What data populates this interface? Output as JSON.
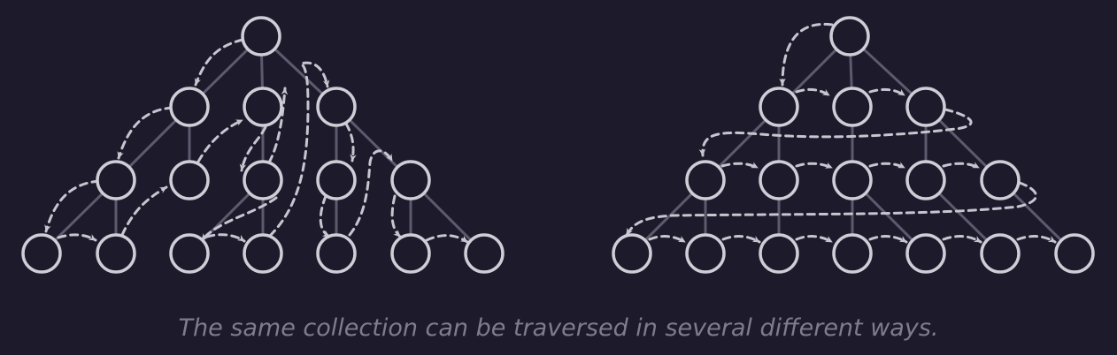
{
  "caption": "The same collection can be traversed in several different ways.",
  "colors": {
    "background": "#1c1a2b",
    "node_stroke": "#cfcdd6",
    "node_fill": "#1c1a2b",
    "edge": "#5c5a6c",
    "arrow": "#c7c5cf",
    "caption": "#7f7c8e"
  },
  "diagrams": [
    {
      "name": "depth-first-traversal",
      "nodes": [
        {
          "id": "r"
        },
        {
          "id": "a"
        },
        {
          "id": "b"
        },
        {
          "id": "c"
        },
        {
          "id": "a1"
        },
        {
          "id": "a2"
        },
        {
          "id": "b1"
        },
        {
          "id": "c1"
        },
        {
          "id": "c2"
        },
        {
          "id": "l1"
        },
        {
          "id": "l2"
        },
        {
          "id": "l3"
        },
        {
          "id": "l4"
        },
        {
          "id": "l5"
        },
        {
          "id": "l6"
        },
        {
          "id": "l7"
        }
      ],
      "edges": [
        [
          "r",
          "a"
        ],
        [
          "r",
          "b"
        ],
        [
          "r",
          "c"
        ],
        [
          "a",
          "a1"
        ],
        [
          "a",
          "a2"
        ],
        [
          "b",
          "b1"
        ],
        [
          "c",
          "c1"
        ],
        [
          "c",
          "c2"
        ],
        [
          "a1",
          "l1"
        ],
        [
          "a1",
          "l2"
        ],
        [
          "b1",
          "l3"
        ],
        [
          "b1",
          "l4"
        ],
        [
          "c1",
          "l5"
        ],
        [
          "c2",
          "l6"
        ],
        [
          "c2",
          "l7"
        ]
      ],
      "traversal": [
        "r",
        "a",
        "a1",
        "l1",
        "l2",
        "a2",
        "b",
        "b1",
        "l3",
        "l4",
        "c",
        "c1",
        "l5",
        "c2",
        "l6",
        "l7"
      ]
    },
    {
      "name": "breadth-first-traversal",
      "nodes": [
        {
          "id": "r"
        },
        {
          "id": "a"
        },
        {
          "id": "b"
        },
        {
          "id": "c"
        },
        {
          "id": "d1"
        },
        {
          "id": "d2"
        },
        {
          "id": "d3"
        },
        {
          "id": "d4"
        },
        {
          "id": "d5"
        },
        {
          "id": "e1"
        },
        {
          "id": "e2"
        },
        {
          "id": "e3"
        },
        {
          "id": "e4"
        },
        {
          "id": "e5"
        },
        {
          "id": "e6"
        },
        {
          "id": "e7"
        }
      ],
      "edges": [
        [
          "r",
          "a"
        ],
        [
          "r",
          "b"
        ],
        [
          "r",
          "c"
        ],
        [
          "a",
          "d1"
        ],
        [
          "a",
          "d2"
        ],
        [
          "b",
          "d3"
        ],
        [
          "c",
          "d4"
        ],
        [
          "c",
          "d5"
        ],
        [
          "d1",
          "e1"
        ],
        [
          "d1",
          "e2"
        ],
        [
          "d2",
          "e3"
        ],
        [
          "d3",
          "e4"
        ],
        [
          "d3",
          "e5"
        ],
        [
          "d4",
          "e6"
        ],
        [
          "d5",
          "e7"
        ]
      ],
      "traversal": [
        "r",
        "a",
        "b",
        "c",
        "d1",
        "d2",
        "d3",
        "d4",
        "d5",
        "e1",
        "e2",
        "e3",
        "e4",
        "e5",
        "e6",
        "e7"
      ]
    }
  ]
}
